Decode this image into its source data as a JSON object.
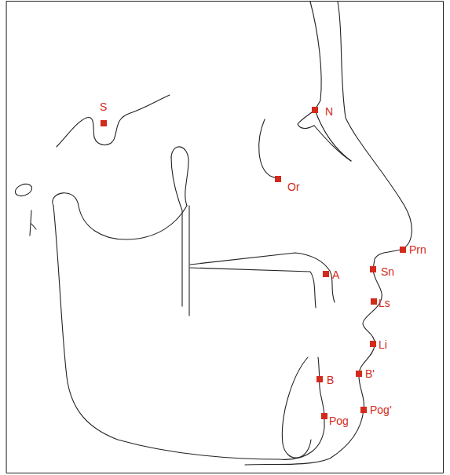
{
  "diagram": {
    "labels": [
      "S",
      "N",
      "Or",
      "Prn",
      "Sn",
      "A",
      "Ls",
      "Li",
      "B'",
      "B",
      "Pog'",
      "Pog"
    ]
  }
}
